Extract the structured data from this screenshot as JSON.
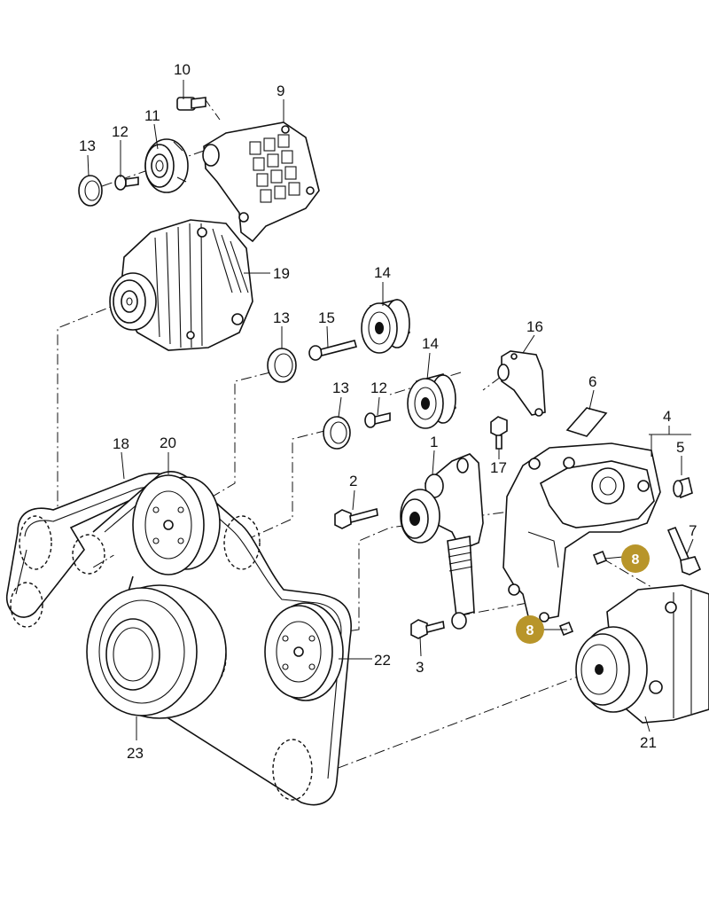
{
  "labels": {
    "l1": "1",
    "l2": "2",
    "l3": "3",
    "l4": "4",
    "l5": "5",
    "l6": "6",
    "l7": "7",
    "l8a": "8",
    "l8b": "8",
    "l9": "9",
    "l10": "10",
    "l11": "11",
    "l12a": "12",
    "l12b": "12",
    "l13a": "13",
    "l13b": "13",
    "l13c": "13",
    "l14a": "14",
    "l14b": "14",
    "l15": "15",
    "l16": "16",
    "l17": "17",
    "l18": "18",
    "l19": "19",
    "l20": "20",
    "l21": "21",
    "l22": "22",
    "l23": "23"
  },
  "colors": {
    "highlight_badge": "#b8952a",
    "highlight_text": "#ffffff",
    "line": "#111111"
  }
}
